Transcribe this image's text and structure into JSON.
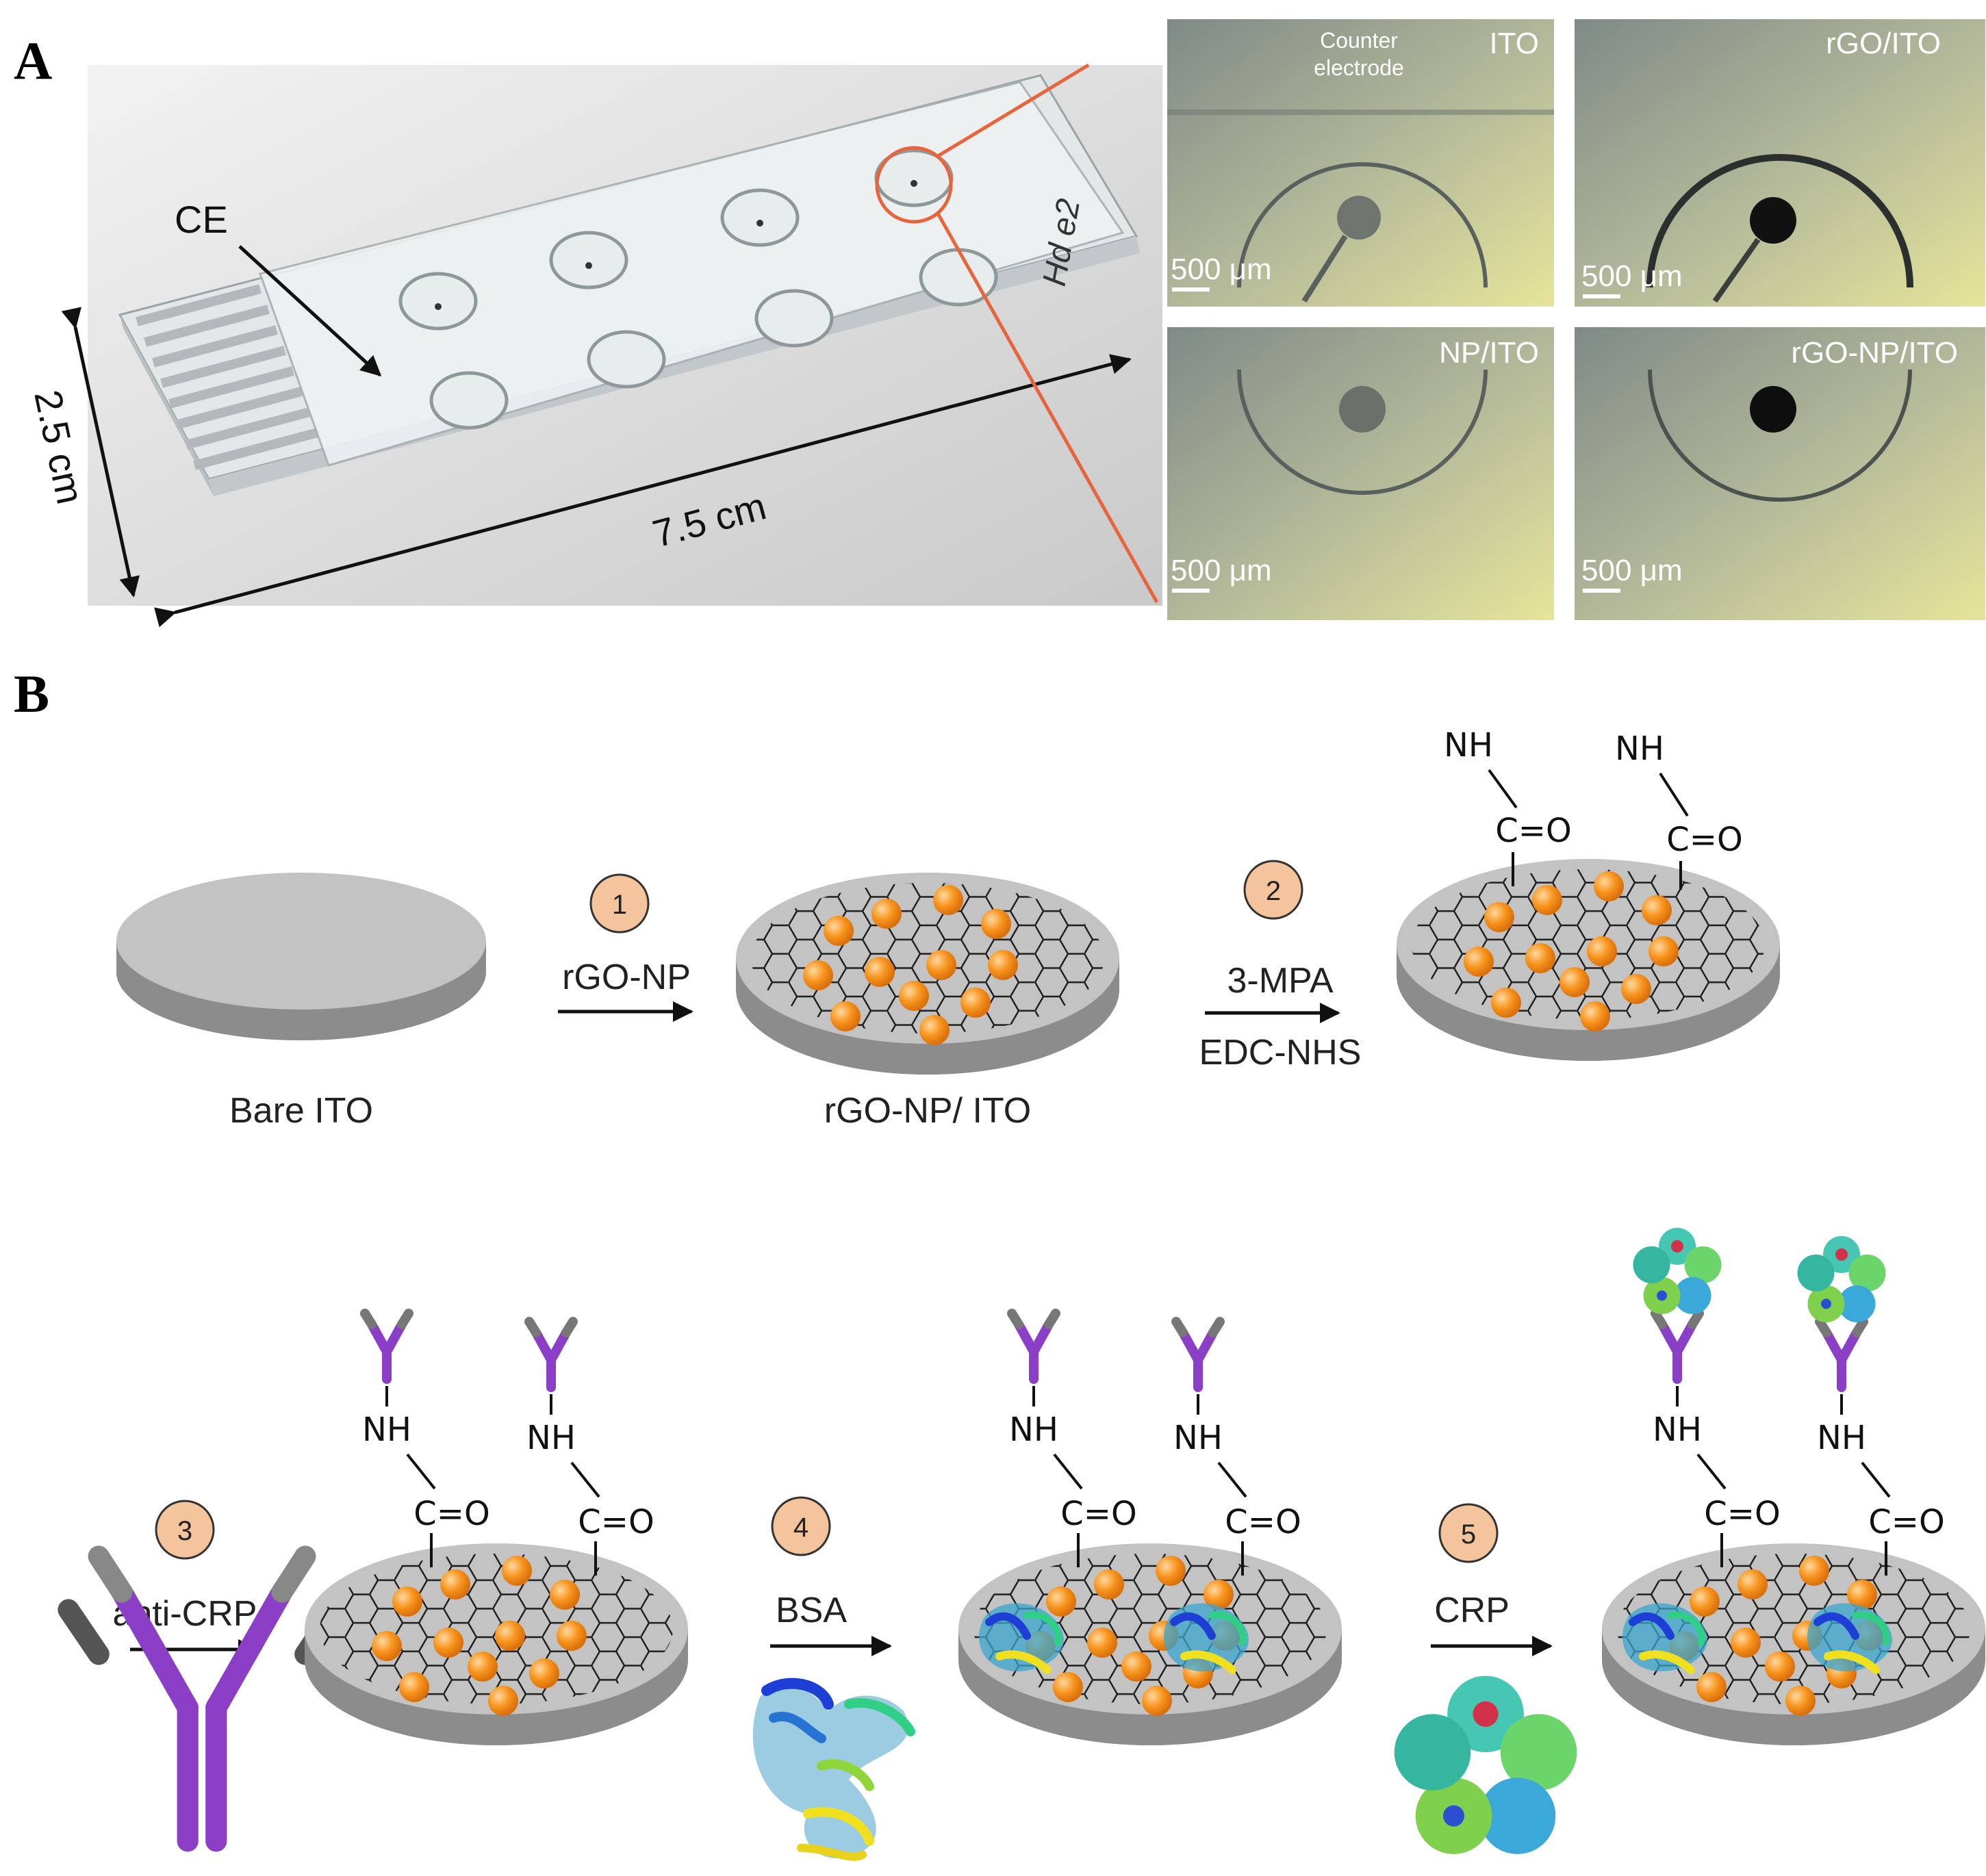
{
  "panel_a": {
    "label": "A",
    "photo": {
      "ce_label": "CE",
      "length_label": "7.5 cm",
      "width_label": "2.5 cm",
      "handwriting": "Hd e2"
    },
    "micrographs": [
      {
        "title": "ITO",
        "note": "Counter\nelectrode",
        "scale": "500 μm"
      },
      {
        "title": "rGO/ITO",
        "scale": "500 μm"
      },
      {
        "title": "NP/ITO",
        "scale": "500 μm"
      },
      {
        "title": "rGO-NP/ITO",
        "scale": "500 μm"
      }
    ]
  },
  "panel_b": {
    "label": "B",
    "bare_label": "Bare ITO",
    "rgo_label": "rGO-NP/ ITO",
    "steps": [
      {
        "num": "1",
        "reagent": "rGO-NP"
      },
      {
        "num": "2",
        "reagent": "3-MPA",
        "reagent2": "EDC-NHS"
      },
      {
        "num": "3",
        "reagent": "anti-CRP"
      },
      {
        "num": "4",
        "reagent": "BSA"
      },
      {
        "num": "5",
        "reagent": "CRP"
      }
    ],
    "chem": {
      "nh": "NH",
      "co": "C=O"
    }
  },
  "colors": {
    "substrate_top": "#c3c3c3",
    "substrate_side": "#8c8c8c",
    "nanoparticle": "#f7941d",
    "antibody": "#8b3fc6",
    "step_circle": "#f4c49d",
    "callout": "#e8643c"
  }
}
